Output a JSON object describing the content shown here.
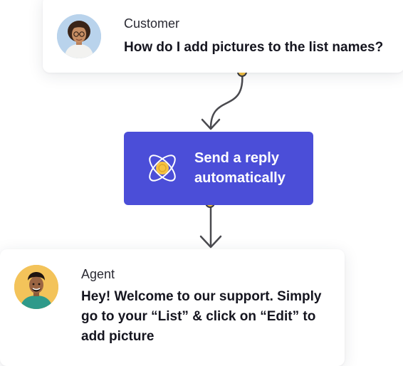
{
  "customer": {
    "role": "Customer",
    "message": "How do I add pictures to the list names?",
    "avatar_icon": "customer-avatar"
  },
  "action": {
    "label": "Send a reply automatically",
    "icon": "atom-icon",
    "color": "#4b4ed8"
  },
  "agent": {
    "role": "Agent",
    "message": "Hey! Welcome to our support. Simply go to your “List” & click on “Edit” to add picture",
    "avatar_icon": "agent-avatar"
  },
  "colors": {
    "connector": "#4a4a4f",
    "node_dot": "#f6c343"
  }
}
